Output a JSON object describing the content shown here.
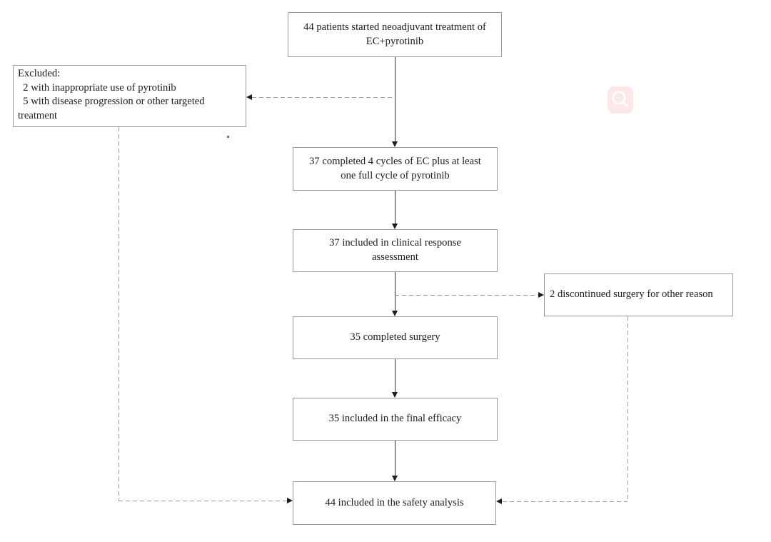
{
  "colors": {
    "background": "#ffffff",
    "box_border": "#9b9b9b",
    "text": "#1c1c1c",
    "solid_line": "#2f2f2f",
    "dashed_line": "#9d9d9d",
    "arrowhead": "#1d1d1d",
    "magnifier_background": "#fce8e8",
    "magnifier_glyph": "#ffffff"
  },
  "flowchart": {
    "nodes": {
      "start": {
        "text": "44 patients started neoadjuvant treatment of\nEC+pyrotinib"
      },
      "excluded": {
        "text": "Excluded:\n  2 with inappropriate use of pyrotinib\n  5 with disease progression or other targeted\ntreatment"
      },
      "ec_cycles": {
        "text": "37 completed 4 cycles of EC plus at least\none full cycle of pyrotinib"
      },
      "clinical_response": {
        "text": "37 included in clinical response\nassessment"
      },
      "discontinued": {
        "text": "2 discontinued surgery for other reason"
      },
      "surgery": {
        "text": "35 completed surgery"
      },
      "final_efficacy": {
        "text": "35 included in the final efficacy"
      },
      "safety": {
        "text": "44 included in the safety analysis"
      }
    },
    "edges": [
      {
        "from": "start",
        "to": "ec_cycles",
        "style": "solid-arrow"
      },
      {
        "from": "start",
        "to": "excluded",
        "style": "dashed-arrow"
      },
      {
        "from": "ec_cycles",
        "to": "clinical_response",
        "style": "solid-arrow"
      },
      {
        "from": "clinical_response",
        "to": "surgery",
        "style": "solid-arrow"
      },
      {
        "from": "clinical_response",
        "to": "discontinued",
        "style": "dashed-arrow"
      },
      {
        "from": "surgery",
        "to": "final_efficacy",
        "style": "solid-arrow"
      },
      {
        "from": "final_efficacy",
        "to": "safety",
        "style": "solid-arrow"
      },
      {
        "from": "excluded",
        "to": "safety",
        "style": "dashed-arrow"
      },
      {
        "from": "discontinued",
        "to": "safety",
        "style": "dashed-arrow"
      }
    ]
  },
  "overlay": {
    "magnifier_icon": "magnifier"
  }
}
